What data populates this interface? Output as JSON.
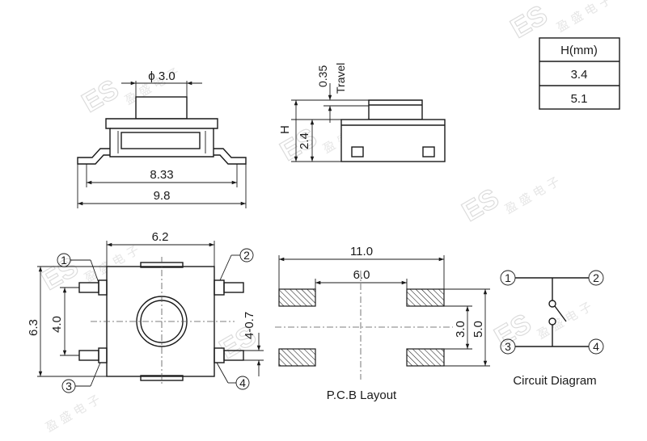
{
  "watermark": {
    "logo": "ES",
    "chars": [
      "盈",
      "盛",
      "电",
      "子"
    ]
  },
  "top_view": {
    "dia_label": "ϕ 3.0",
    "inner_width": "8.33",
    "outer_width": "9.8"
  },
  "side_view": {
    "travel_value": "0.35",
    "travel_label": "Travel",
    "h_label": "H",
    "base_height": "2.4"
  },
  "height_table": {
    "header": "H(mm)",
    "rows": [
      "3.4",
      "5.1"
    ]
  },
  "front_view": {
    "width": "6.2",
    "pin_pitch": "4.0",
    "total": "6.3",
    "pin_width": "4-0.7",
    "pins": [
      "1",
      "2",
      "3",
      "4"
    ]
  },
  "pcb_layout": {
    "outer": "11.0",
    "inner": "6.0",
    "pad_gap": "3.0",
    "pad_span": "5.0",
    "caption": "P.C.B Layout"
  },
  "circuit": {
    "caption": "Circuit Diagram",
    "pins": [
      "1",
      "2",
      "3",
      "4"
    ]
  }
}
